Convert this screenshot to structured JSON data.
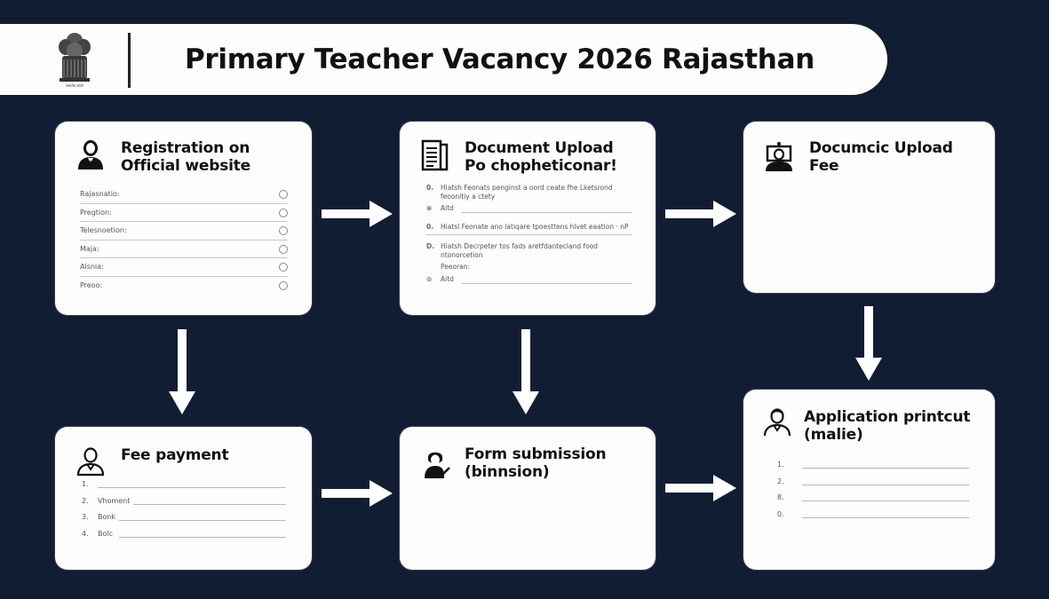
{
  "header": {
    "title": "Primary Teacher  Vacancy 2026 Rajasthan",
    "emblem_caption": "सत्यमेव जयते",
    "emblem_icon": "national-emblem-icon"
  },
  "colors": {
    "background": "#111d33",
    "card": "#fdfdfe",
    "text": "#111111",
    "arrow": "#ffffff"
  },
  "steps": [
    {
      "id": "registration",
      "icon": "user-suit-icon",
      "title": "Registration  on\nOfficial website",
      "fields": [
        "Rajasnatio:",
        "Pregtion:",
        "Telesnoetion:",
        "Maja:",
        "Alsnia:",
        "Preoo:"
      ]
    },
    {
      "id": "document-upload",
      "icon": "document-icon",
      "title": "Document Upload\nPo chopheticonar!",
      "items": [
        {
          "marker": "0.",
          "text": "Hiatsh Feonats penginst a oord ceate fhe Lketsrond feoonitiy a ctety"
        },
        {
          "marker": "⊗",
          "text": "Aitd",
          "is_field": true
        },
        {
          "marker": "0.",
          "text": "Hiatsl Feonate ano latiqare tpoesttens hlvet eaation · nP"
        },
        {
          "marker": "D.",
          "text": "Hiatsh Decrpeter tos fads aretfdantecland food ntonorcetion"
        },
        {
          "marker": "",
          "text": "Peeoran:"
        },
        {
          "marker": "⊙",
          "text": "Aitd",
          "is_field": true
        }
      ]
    },
    {
      "id": "document-upload-fee",
      "icon": "presenter-screen-icon",
      "title": "Documcic Upload\nFee"
    },
    {
      "id": "fee-payment",
      "icon": "user-outline-icon",
      "title": "Fee payment",
      "rows": [
        {
          "num": "1.",
          "label": ""
        },
        {
          "num": "2.",
          "label": "Vhoment"
        },
        {
          "num": "3.",
          "label": "Bonk"
        },
        {
          "num": "4.",
          "label": "Bolc"
        }
      ]
    },
    {
      "id": "form-submission",
      "icon": "user-signing-icon",
      "title": "Form submission\n(binnsion)"
    },
    {
      "id": "application-printout",
      "icon": "user-outline-icon",
      "title": "Application printcut\n(malie)",
      "rows": [
        {
          "num": "1.",
          "label": ""
        },
        {
          "num": "2.",
          "label": ""
        },
        {
          "num": "8.",
          "label": ""
        },
        {
          "num": "0.",
          "label": ""
        }
      ]
    }
  ],
  "connectors": [
    {
      "from": "registration",
      "to": "document-upload",
      "direction": "right"
    },
    {
      "from": "document-upload",
      "to": "document-upload-fee",
      "direction": "right"
    },
    {
      "from": "registration",
      "to": "fee-payment",
      "direction": "down"
    },
    {
      "from": "document-upload",
      "to": "form-submission",
      "direction": "down"
    },
    {
      "from": "document-upload-fee",
      "to": "application-printout",
      "direction": "down"
    },
    {
      "from": "fee-payment",
      "to": "form-submission",
      "direction": "right"
    },
    {
      "from": "form-submission",
      "to": "application-printout",
      "direction": "right"
    }
  ]
}
